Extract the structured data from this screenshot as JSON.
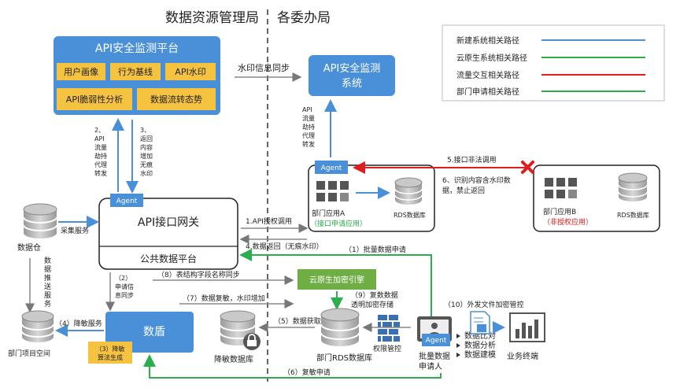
{
  "regions": {
    "left_title": "数据资源管理局",
    "right_title": "各委办局"
  },
  "legend": {
    "items": [
      {
        "label": "新建系统相关路径",
        "color": "#4a90d9"
      },
      {
        "label": "云原生系统相关路径",
        "color": "#2aae4e"
      },
      {
        "label": "流量交互相关路径",
        "color": "#e01c1c"
      },
      {
        "label": "部门申请相关路径",
        "color": "#2aae4e"
      }
    ]
  },
  "platform": {
    "title": "API安全监测平台",
    "m1": "用户画像",
    "m2": "行为基线",
    "m3": "API水印",
    "m4": "API脆弱性分析",
    "m5": "数据流转态势"
  },
  "watermark_sync": "水印信息同步",
  "right_monitor": {
    "line1": "API安全监测",
    "line2": "系统"
  },
  "right_api_vertical": [
    "API",
    "流量",
    "劫持",
    "代理",
    "转发"
  ],
  "label_2_vertical": [
    "2、",
    "API",
    "流量",
    "劫持",
    "代理",
    "转发"
  ],
  "label_3_vertical": [
    "3、",
    "返回",
    "内容",
    "增加",
    "无痕",
    "水印"
  ],
  "agent": "Agent",
  "gateway": {
    "title": "API接口网关",
    "sub": "公共数据平台"
  },
  "warehouse": {
    "label": "数据仓",
    "collect": "采集服务",
    "push_vertical": [
      "数",
      "据",
      "推",
      "送",
      "服",
      "务"
    ]
  },
  "dept_a": {
    "name": "部门应用A",
    "note": "（接口申请应用）",
    "db": "RDS数据库"
  },
  "dept_b": {
    "name": "部门应用B",
    "note": "（非授权应用）",
    "db": "RDS数据库"
  },
  "illegal_call": "5.接口非法调用",
  "label_6": {
    "line1": "6、识别内容含水印数",
    "line2": "据，禁止返回"
  },
  "step1": "1.API授权调用",
  "step4": "4.数据返回（无痕水印）",
  "batch_apply": "（1）批量数据申请",
  "apply_sync": {
    "l1": "（2）",
    "l2": "申请信",
    "l3": "息同步"
  },
  "sensitive_sync": "（8）表结构字段名称同步",
  "cloud_engine": "云原生加密引擎",
  "step9": {
    "line1": "（9）复数数据",
    "line2": "透明加密存储"
  },
  "step7": "（7）数据复敏，水印增加",
  "step10": "（10）外发文件加密管控",
  "project_space": "部门项目空间",
  "step4b": "（4）降敏服务",
  "shield": "数盾",
  "step3b": {
    "line1": "（3）降敏",
    "line2": "算法生成"
  },
  "desens_db": "降敏数据库",
  "step5b": "（5）数据获取",
  "rds_main": "部门RDS数据库",
  "perm_control": "权限管控",
  "batch_user": {
    "line1": "批量数据",
    "line2": "申请人"
  },
  "tools": [
    "数据比对",
    "数据分析",
    "数据建模"
  ],
  "terminal": "业务终端",
  "step6b": "（6）复敏申请"
}
